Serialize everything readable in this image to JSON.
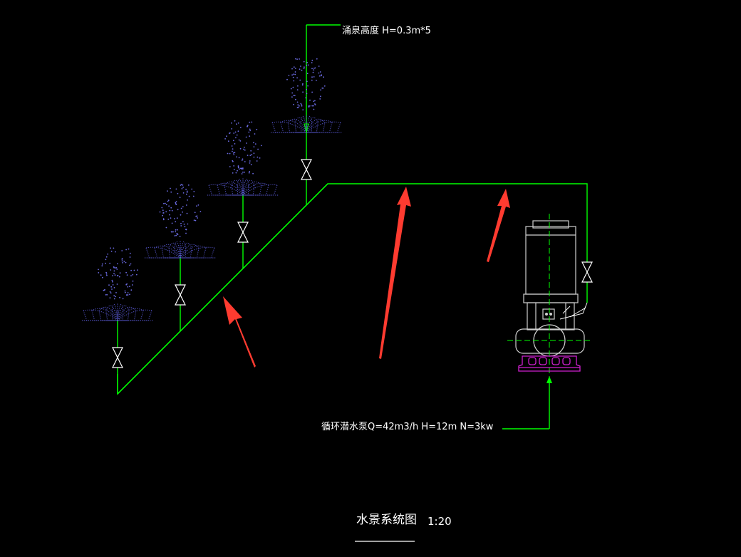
{
  "labels": {
    "fountain_height": "涌泉高度 H=0.3m*5",
    "pump_spec": "循环潜水泵Q=42m3/h  H=12m  N=3kw",
    "title": "水景系统图",
    "scale": "1:20"
  },
  "colors": {
    "background": "#000000",
    "pipe": "#00ff00",
    "text": "#ffffff",
    "spray": "#5a5ad6",
    "pump_base": "#d020d0",
    "arrow": "#ff3333"
  },
  "icons": {
    "valve": "gate-valve-icon",
    "pump": "submersible-pump-icon",
    "nozzle": "fountain-nozzle-icon"
  }
}
